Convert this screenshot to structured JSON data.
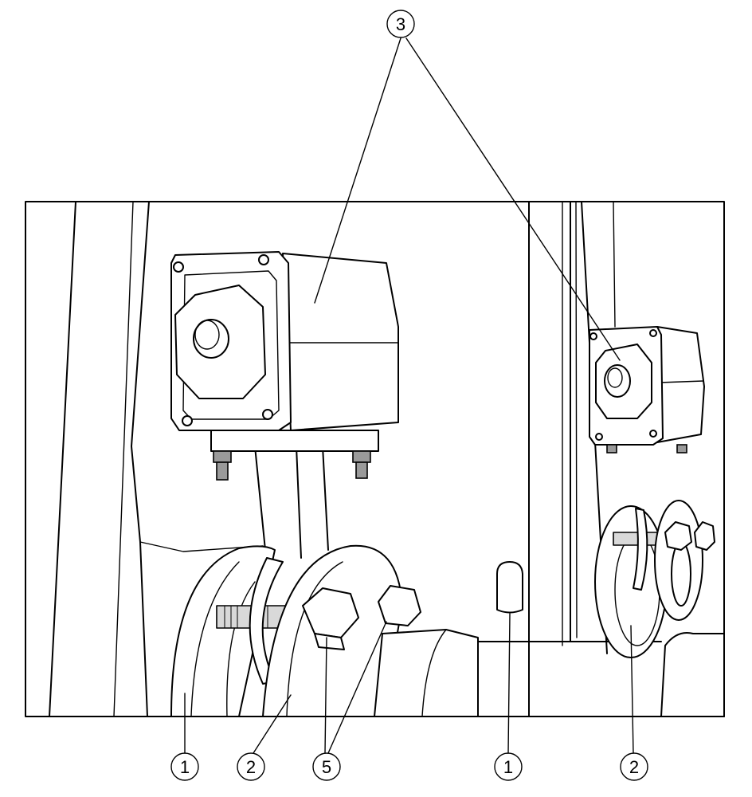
{
  "callouts": {
    "c1a": "1",
    "c2a": "2",
    "c5": "5",
    "c1b": "1",
    "c2b": "2",
    "c3": "3"
  }
}
